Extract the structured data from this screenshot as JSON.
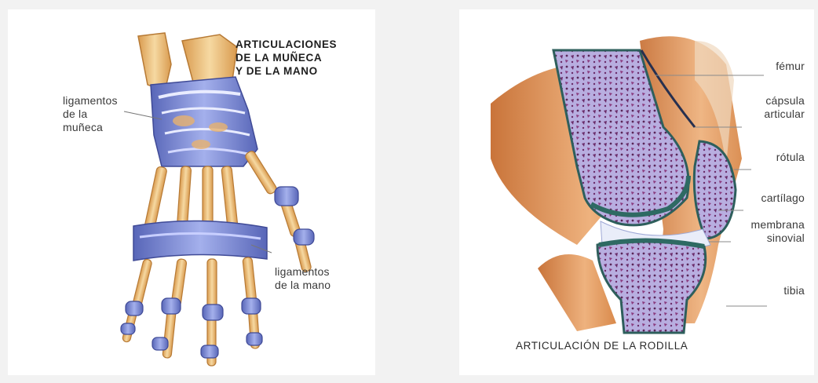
{
  "hand": {
    "title": "ARTICULACIONES\nDE LA MUÑECA\nY DE LA MANO",
    "label_wrist": "ligamentos\nde la\nmuñeca",
    "label_hand": "ligamentos\nde la mano"
  },
  "knee": {
    "title": "ARTICULACIÓN DE LA RODILLA",
    "labels": {
      "femur": "fémur",
      "capsule": "cápsula\narticular",
      "patella": "rótula",
      "cartilage": "cartílago",
      "synovial": "membrana\nsinovial",
      "tibia": "tibia"
    }
  },
  "colors": {
    "bone": "#e8b670",
    "bone_light": "#f4d39c",
    "ligament": "#7f8fd6",
    "ligament_dark": "#5866b8",
    "muscle": "#d9884a",
    "muscle_light": "#edb07a",
    "marrow": "#7a3a78",
    "cartilage": "#2e6a63"
  }
}
